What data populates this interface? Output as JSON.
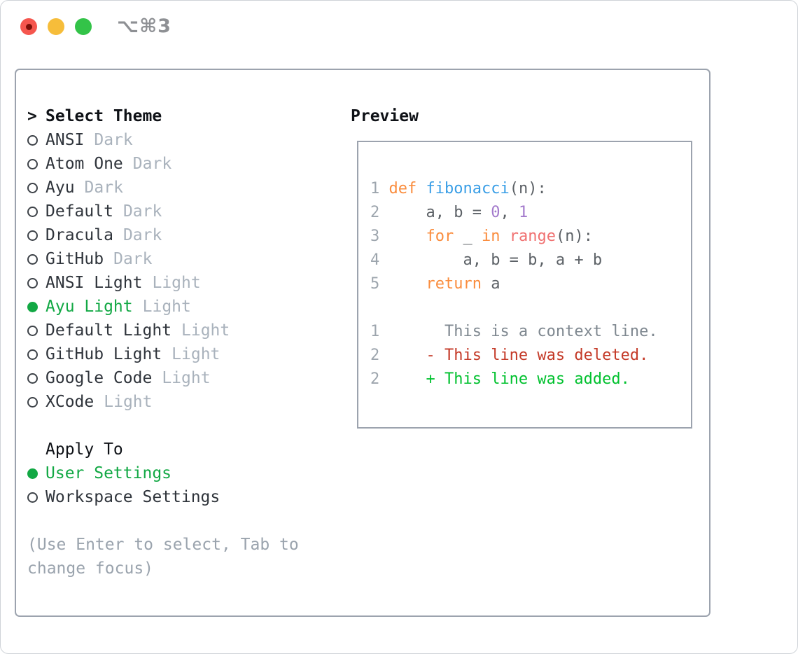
{
  "window": {
    "title": "⌥⌘3",
    "traffic_lights": [
      "close",
      "minimize",
      "zoom"
    ]
  },
  "theme_panel": {
    "header": {
      "prefix": ">",
      "label": "Select Theme"
    },
    "themes": [
      {
        "name": "ANSI",
        "variant": "Dark",
        "selected": false
      },
      {
        "name": "Atom One",
        "variant": "Dark",
        "selected": false
      },
      {
        "name": "Ayu",
        "variant": "Dark",
        "selected": false
      },
      {
        "name": "Default",
        "variant": "Dark",
        "selected": false
      },
      {
        "name": "Dracula",
        "variant": "Dark",
        "selected": false
      },
      {
        "name": "GitHub",
        "variant": "Dark",
        "selected": false
      },
      {
        "name": "ANSI Light",
        "variant": "Light",
        "selected": false
      },
      {
        "name": "Ayu Light",
        "variant": "Light",
        "selected": true
      },
      {
        "name": "Default Light",
        "variant": "Light",
        "selected": false
      },
      {
        "name": "GitHub Light",
        "variant": "Light",
        "selected": false
      },
      {
        "name": "Google Code",
        "variant": "Light",
        "selected": false
      },
      {
        "name": "XCode",
        "variant": "Light",
        "selected": false
      }
    ],
    "apply_to": {
      "label": "Apply To",
      "options": [
        {
          "name": "User Settings",
          "selected": true
        },
        {
          "name": "Workspace Settings",
          "selected": false
        }
      ]
    },
    "help_lines": [
      "(Use Enter to select, Tab to",
      "change focus)"
    ]
  },
  "preview": {
    "label": "Preview",
    "code_lines": [
      [
        {
          "t": "1 ",
          "c": "ln"
        },
        {
          "t": "def ",
          "c": "kw"
        },
        {
          "t": "fibonacci",
          "c": "fn"
        },
        {
          "t": "(n):",
          "c": "pl"
        }
      ],
      [
        {
          "t": "2 ",
          "c": "ln"
        },
        {
          "t": "    a, b = ",
          "c": "pl"
        },
        {
          "t": "0",
          "c": "num"
        },
        {
          "t": ", ",
          "c": "pl"
        },
        {
          "t": "1",
          "c": "num"
        }
      ],
      [
        {
          "t": "3 ",
          "c": "ln"
        },
        {
          "t": "    ",
          "c": "pl"
        },
        {
          "t": "for",
          "c": "kw"
        },
        {
          "t": " _ ",
          "c": "pl"
        },
        {
          "t": "in",
          "c": "kw"
        },
        {
          "t": " ",
          "c": "pl"
        },
        {
          "t": "range",
          "c": "rng"
        },
        {
          "t": "(n):",
          "c": "pl"
        }
      ],
      [
        {
          "t": "4 ",
          "c": "ln"
        },
        {
          "t": "        a, b = b, a + b",
          "c": "pl"
        }
      ],
      [
        {
          "t": "5 ",
          "c": "ln"
        },
        {
          "t": "    ",
          "c": "pl"
        },
        {
          "t": "return",
          "c": "kw"
        },
        {
          "t": " a",
          "c": "pl"
        }
      ],
      [],
      [
        {
          "t": "1 ",
          "c": "ln"
        },
        {
          "t": "      This is a context line.",
          "c": "ctx"
        }
      ],
      [
        {
          "t": "2 ",
          "c": "ln"
        },
        {
          "t": "    - This line was deleted.",
          "c": "del"
        }
      ],
      [
        {
          "t": "2 ",
          "c": "ln"
        },
        {
          "t": "    + This line was added.",
          "c": "add"
        }
      ]
    ]
  },
  "colors": {
    "accent_green": "#12a844",
    "list_text": "#2f343b",
    "muted": "#a9b2bc",
    "help": "#9aa3ad",
    "border": "#9ca3ae",
    "title_gray": "#8e9094",
    "light_red": "#f5564e",
    "light_red_dot": "#7c0f08",
    "light_yellow": "#f6bd3a",
    "light_green": "#33c348",
    "code": {
      "keyword": "#fa8d3e",
      "function": "#399ee6",
      "number": "#a37acc",
      "builtin": "#f07171",
      "plain": "#5c6166",
      "line_number": "#9da5ad",
      "context": "#7e878f",
      "deleted": "#c43a28",
      "added": "#00c12e"
    }
  }
}
